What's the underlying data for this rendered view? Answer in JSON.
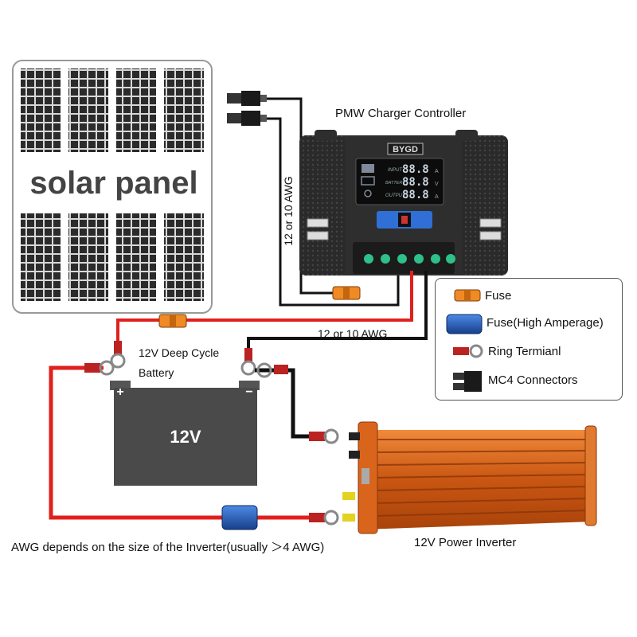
{
  "solar_panel": {
    "label": "solar panel"
  },
  "controller": {
    "title": "PMW Charger Controller",
    "brand": "BYGD",
    "display": {
      "input_label": "INPUT",
      "battery_label": "BATTERY",
      "output_label": "OUTPUT",
      "input_value": "88.8",
      "battery_value": "88.8",
      "output_value": "88.8",
      "input_unit": "A",
      "battery_unit": "V",
      "output_unit": "A"
    }
  },
  "wires": {
    "gauge_vertical": "12 or 10 AWG",
    "gauge_horizontal": "12 or 10 AWG"
  },
  "battery": {
    "caption_line1": "12V Deep Cycle",
    "caption_line2": "Battery",
    "voltage": "12V",
    "positive": "+",
    "negative": "−"
  },
  "legend": {
    "items": [
      {
        "icon": "fuse-icon",
        "text": "Fuse"
      },
      {
        "icon": "high-amperage-fuse-icon",
        "text": "Fuse(High Amperage)"
      },
      {
        "icon": "ring-terminal-icon",
        "text": "Ring Termianl"
      },
      {
        "icon": "mc4-connector-icon",
        "text": "MC4 Connectors"
      }
    ]
  },
  "inverter": {
    "label": "12V Power Inverter"
  },
  "footnote": "AWG depends on the size of the Inverter(usually ＞4 AWG)",
  "colors": {
    "wire_red": "#e0201c",
    "wire_black": "#111111",
    "fuse_orange": "#f08a24",
    "fuse_blue": "#1f5fbf",
    "inverter_orange": "#d9651c",
    "battery_gray": "#4a4a4a"
  }
}
